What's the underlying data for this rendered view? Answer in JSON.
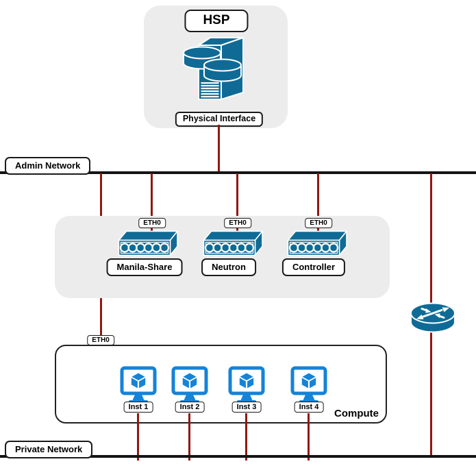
{
  "colors": {
    "device_blue": "#0f6b96",
    "instance_blue": "#1583d7",
    "wire_red": "#911712",
    "bus_black": "#141414",
    "panel_gray": "#ececec"
  },
  "hsp": {
    "title": "HSP",
    "interface_label": "Physical Interface",
    "icon": "storage-server-icon"
  },
  "networks": {
    "admin": {
      "label": "Admin Network"
    },
    "private": {
      "label": "Private Network"
    }
  },
  "switches": [
    {
      "name": "Manila-Share",
      "port": "ETH0",
      "icon": "workgroup-switch-icon"
    },
    {
      "name": "Neutron",
      "port": "ETH0",
      "icon": "workgroup-switch-icon"
    },
    {
      "name": "Controller",
      "port": "ETH0",
      "icon": "workgroup-switch-icon"
    }
  ],
  "router": {
    "icon": "router-icon"
  },
  "compute": {
    "label": "Compute",
    "port": "ETH0",
    "instances": [
      {
        "name": "Inst 1",
        "icon": "instance-monitor-icon"
      },
      {
        "name": "Inst 2",
        "icon": "instance-monitor-icon"
      },
      {
        "name": "Inst 3",
        "icon": "instance-monitor-icon"
      },
      {
        "name": "Inst 4",
        "icon": "instance-monitor-icon"
      }
    ]
  }
}
